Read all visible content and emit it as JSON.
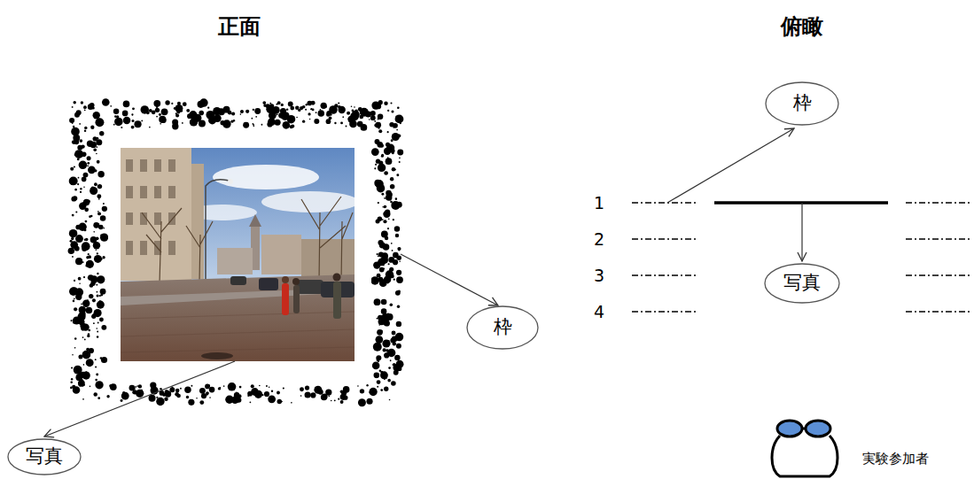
{
  "diagram": {
    "nodes": [
      {
        "text": [
          "枠"
        ]
      },
      {
        "text": [
          "写真"
        ]
      },
      {
        "text": [
          "枠"
        ]
      },
      {
        "text": [
          "写真"
        ]
      }
    ],
    "labels": [
      "正面",
      "俯瞰",
      "1",
      "2",
      "3",
      "4",
      "実験参加者"
    ]
  }
}
